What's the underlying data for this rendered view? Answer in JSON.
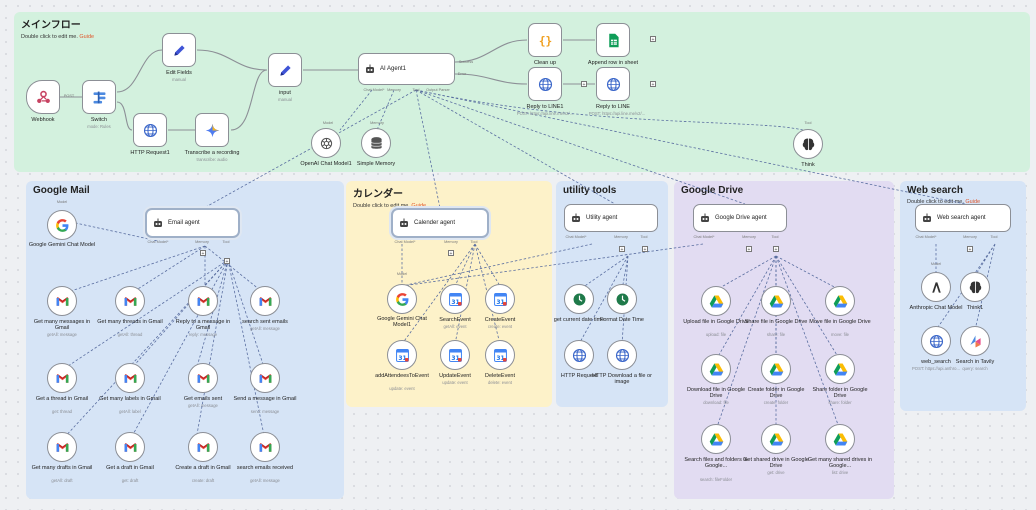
{
  "stickies": [
    {
      "id": "main",
      "title": "メインフロー",
      "note": "Double click to edit me.",
      "guide": "Guide",
      "color": "#d3f1de"
    },
    {
      "id": "gmail",
      "title": "Google Mail",
      "note": "",
      "guide": "",
      "color": "#d6e4f6"
    },
    {
      "id": "cal",
      "title": "カレンダー",
      "note": "Double click to edit me.",
      "guide": "Guide",
      "color": "#fdf2c9"
    },
    {
      "id": "util",
      "title": "utility tools",
      "note": "",
      "guide": "",
      "color": "#d6e4f6"
    },
    {
      "id": "drive",
      "title": "Google Drive",
      "note": "",
      "guide": "",
      "color": "#e2dcf2"
    },
    {
      "id": "web",
      "title": "Web search",
      "note": "Double click to edit me.",
      "guide": "Guide",
      "color": "#d6e4f6"
    }
  ],
  "main": {
    "webhook": {
      "label": "Webhook",
      "port": "POST"
    },
    "switch": {
      "label": "Switch",
      "sub": "mode: Rules"
    },
    "edit_fields": {
      "label": "Edit Fields",
      "sub": "manual"
    },
    "http1": {
      "label": "HTTP Request1"
    },
    "transcribe": {
      "label": "Transcribe a recording",
      "sub": "transcribe: audio"
    },
    "input": {
      "label": "input",
      "sub": "manual"
    },
    "agent": {
      "label": "AI Agent1",
      "ports": [
        "Chat Model*",
        "Memory",
        "Tool",
        "Output Parser"
      ],
      "out1": "Success",
      "out2": "Error"
    },
    "cleanup": {
      "label": "Clean up"
    },
    "append": {
      "label": "Append row in sheet"
    },
    "reply1": {
      "label": "Reply to LINE1",
      "sub": "POST: https://api.line.me/v2/..."
    },
    "reply2": {
      "label": "Reply to LINE",
      "sub": "POST: https://api.line.me/v2/..."
    },
    "openai": {
      "label": "OpenAI Chat Model1",
      "port": "Model"
    },
    "memory": {
      "label": "Simple Memory",
      "port": "Memory"
    },
    "think": {
      "label": "Think",
      "port": "Tool"
    }
  },
  "gmail": {
    "agent": {
      "label": "Email agent",
      "ports": [
        "Chat Model*",
        "Memory",
        "Tool"
      ]
    },
    "model": {
      "label": "Google Gemini Chat Model",
      "port": "Model"
    },
    "tools": [
      {
        "label": "Get many messages in Gmail",
        "sub": "getAll: message"
      },
      {
        "label": "Get many threads in Gmail",
        "sub": "getAll: thread"
      },
      {
        "label": "Reply to a message in Gmail",
        "sub": "reply: message"
      },
      {
        "label": "search sent emails",
        "sub": "getAll: message"
      },
      {
        "label": "Get a thread in Gmail",
        "sub": "get: thread"
      },
      {
        "label": "Get many labels in Gmail",
        "sub": "getAll: label"
      },
      {
        "label": "Get emails sent",
        "sub": "getAll: message"
      },
      {
        "label": "Send a message in Gmail",
        "sub": "send: message"
      },
      {
        "label": "Get many drafts in Gmail",
        "sub": "getAll: draft"
      },
      {
        "label": "Get a draft in Gmail",
        "sub": "get: draft"
      },
      {
        "label": "Create a draft in Gmail",
        "sub": "create: draft"
      },
      {
        "label": "search emails received",
        "sub": "getAll: message"
      }
    ]
  },
  "calendar": {
    "agent": {
      "label": "Calender agent",
      "ports": [
        "Chat Model*",
        "Memory",
        "Tool"
      ]
    },
    "model": {
      "label": "Google Gemini Chat Model1",
      "port": "Model"
    },
    "tools": [
      {
        "label": "SearchEvent",
        "sub": "getAll: event"
      },
      {
        "label": "CreateEvent",
        "sub": "create: event"
      },
      {
        "label": "addAttendeesToEvent",
        "sub": "update: event"
      },
      {
        "label": "UpdateEvent",
        "sub": "update: event"
      },
      {
        "label": "DeleteEvent",
        "sub": "delete: event"
      }
    ]
  },
  "utility": {
    "agent": {
      "label": "Utility agent",
      "ports": [
        "Chat Model*",
        "Memory",
        "Tool"
      ]
    },
    "tools": [
      {
        "label": "get current date time"
      },
      {
        "label": "Format Date Time"
      },
      {
        "label": "HTTP Request"
      },
      {
        "label": "HTTP Download a file or image"
      }
    ]
  },
  "drive": {
    "agent": {
      "label": "Google Drive agent",
      "ports": [
        "Chat Model*",
        "Memory",
        "Tool"
      ]
    },
    "tools": [
      {
        "label": "Upload file in Google Drive",
        "sub": "upload: file"
      },
      {
        "label": "Share file in Google Drive",
        "sub": "share: file"
      },
      {
        "label": "Move file in Google Drive",
        "sub": "move: file"
      },
      {
        "label": "Download file in Google Drive",
        "sub": "download: file"
      },
      {
        "label": "Create folder in Google Drive",
        "sub": "create: folder"
      },
      {
        "label": "Share folder in Google Drive",
        "sub": "share: folder"
      },
      {
        "label": "Search files and folders in Google...",
        "sub": "search: fileFolder"
      },
      {
        "label": "Get shared drive in Google Drive",
        "sub": "get: drive"
      },
      {
        "label": "Get many shared drives in Google...",
        "sub": "list: drive"
      }
    ]
  },
  "websearch": {
    "agent": {
      "label": "Web search agent",
      "ports": [
        "Chat Model*",
        "Memory",
        "Tool"
      ]
    },
    "model": {
      "label": "Anthropic Chat Model",
      "port": "Model"
    },
    "think1": {
      "label": "Think1"
    },
    "web_search": {
      "label": "web_search",
      "sub": "POST: https://api.anthro..."
    },
    "tavily": {
      "label": "Search in Tavily",
      "sub": "query: search"
    }
  },
  "colors": {
    "gmail_red": "#ea4335",
    "sheet_green": "#0f9d58",
    "drive_yellow": "#fbbc04",
    "blue": "#4285f4",
    "edit": "#3f54d6",
    "wire": "#8c8f96",
    "dashed": "#5a6ea0"
  }
}
